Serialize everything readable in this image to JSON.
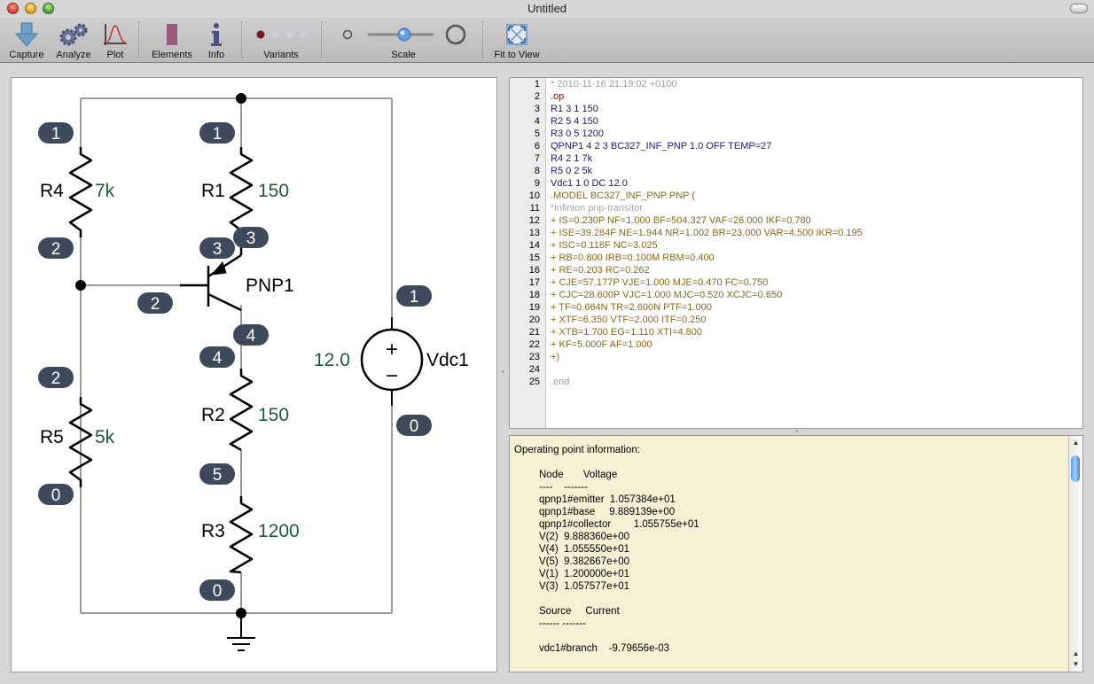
{
  "window": {
    "title": "Untitled"
  },
  "toolbar": {
    "capture": "Capture",
    "analyze": "Analyze",
    "plot": "Plot",
    "elements": "Elements",
    "info": "Info",
    "variants": "Variants",
    "scale": "Scale",
    "fit_to_view": "Fit to View"
  },
  "schematic": {
    "nodes": [
      {
        "label": "1",
        "name": "node-badge-r4-top"
      },
      {
        "label": "1",
        "name": "node-badge-r1-top"
      },
      {
        "label": "2",
        "name": "node-badge-r4-bottom"
      },
      {
        "label": "3",
        "name": "node-badge-r1-bottom"
      },
      {
        "label": "3",
        "name": "node-badge-pnp-emitter"
      },
      {
        "label": "2",
        "name": "node-badge-pnp-base"
      },
      {
        "label": "1",
        "name": "node-badge-vdc-top"
      },
      {
        "label": "4",
        "name": "node-badge-pnp-collector"
      },
      {
        "label": "4",
        "name": "node-badge-r2-top"
      },
      {
        "label": "2",
        "name": "node-badge-r5-top"
      },
      {
        "label": "0",
        "name": "node-badge-vdc-bottom"
      },
      {
        "label": "0",
        "name": "node-badge-r5-bottom"
      },
      {
        "label": "5",
        "name": "node-badge-r2-bottom"
      },
      {
        "label": "0",
        "name": "node-badge-r3-bottom"
      }
    ],
    "components": {
      "r4_name": "R4",
      "r4_value": "7k",
      "r1_name": "R1",
      "r1_value": "150",
      "r5_name": "R5",
      "r5_value": "5k",
      "r2_name": "R2",
      "r2_value": "150",
      "r3_name": "R3",
      "r3_value": "1200",
      "q_name": "PNP1",
      "v_name": "Vdc1",
      "v_value": "12.0",
      "plus": "+",
      "minus": "−"
    }
  },
  "editor": {
    "lines": [
      {
        "n": "1",
        "text": "* 2010-11-16 21:19:02 +0100",
        "color": "#9a9a9a"
      },
      {
        "n": "2",
        "text": ".op",
        "color": "#8b0000"
      },
      {
        "n": "3",
        "text": "R1 3 1 150",
        "color": "#1a1a7a"
      },
      {
        "n": "4",
        "text": "R2 5 4 150",
        "color": "#1a1a7a"
      },
      {
        "n": "5",
        "text": "R3 0 5 1200",
        "color": "#1a1a7a"
      },
      {
        "n": "6",
        "text": "QPNP1 4 2 3 BC327_INF_PNP 1.0 OFF TEMP=27",
        "color": "#1a1a7a"
      },
      {
        "n": "7",
        "text": "R4 2 1 7k",
        "color": "#1a1a7a"
      },
      {
        "n": "8",
        "text": "R5 0 2 5k",
        "color": "#1a1a7a"
      },
      {
        "n": "9",
        "text": "Vdc1 1 0 DC 12.0",
        "color": "#1a1a7a"
      },
      {
        "n": "10",
        "text": ".MODEL BC327_INF_PNP PNP (",
        "color": "#8b6914"
      },
      {
        "n": "11",
        "text": "*infinion pnp-transitor",
        "color": "#a8a8a8"
      },
      {
        "n": "12",
        "text": "+ IS=0.230P NF=1.000 BF=504.327 VAF=26.000 IKF=0.780",
        "color": "#8b6914"
      },
      {
        "n": "13",
        "text": "+ ISE=39.284F NE=1.944 NR=1.002 BR=23.000 VAR=4.500 IKR=0.195",
        "color": "#8b6914"
      },
      {
        "n": "14",
        "text": "+ ISC=0.118F NC=3.025",
        "color": "#8b6914"
      },
      {
        "n": "15",
        "text": "+ RB=0.800 IRB=0.100M RBM=0.400",
        "color": "#8b6914"
      },
      {
        "n": "16",
        "text": "+ RE=0.203 RC=0.262",
        "color": "#8b6914"
      },
      {
        "n": "17",
        "text": "+ CJE=57.177P VJE=1.000 MJE=0.470 FC=0.750",
        "color": "#8b6914"
      },
      {
        "n": "18",
        "text": "+ CJC=28.600P VJC=1.000 MJC=0.520 XCJC=0.650",
        "color": "#8b6914"
      },
      {
        "n": "19",
        "text": "+ TF=0.664N TR=2.600N PTF=1.000",
        "color": "#8b6914"
      },
      {
        "n": "20",
        "text": "+ XTF=6.350 VTF=2.000 ITF=0.250",
        "color": "#8b6914"
      },
      {
        "n": "21",
        "text": "+ XTB=1.700 EG=1.110 XTI=4.800",
        "color": "#8b6914"
      },
      {
        "n": "22",
        "text": "+ KF=5.000F AF=1.000",
        "color": "#8b6914"
      },
      {
        "n": "23",
        "text": "+)",
        "color": "#8b6914"
      },
      {
        "n": "24",
        "text": "",
        "color": "#000000"
      },
      {
        "n": "25",
        "text": ".end",
        "color": "#9a9a9a"
      }
    ]
  },
  "output": {
    "heading": "Operating point information:",
    "node_header": "Node       Voltage",
    "node_rule": "----    -------",
    "node_rows": [
      "qpnp1#emitter  1.057384e+01",
      "qpnp1#base     9.889139e+00",
      "qpnp1#collector        1.055755e+01",
      "V(2)  9.888360e+00",
      "V(4)  1.055550e+01",
      "V(5)  9.382667e+00",
      "V(1)  1.200000e+01",
      "V(3)  1.057577e+01"
    ],
    "source_header": "Source     Current",
    "source_rule": "------ -------",
    "source_rows": [
      "vdc1#branch    -9.79656e-03"
    ]
  },
  "colors": {
    "badge": "#3e4a5c",
    "value_text": "#1f5a3a",
    "wire": "#9a9a9a",
    "output_bg": "#f6f0d4"
  }
}
